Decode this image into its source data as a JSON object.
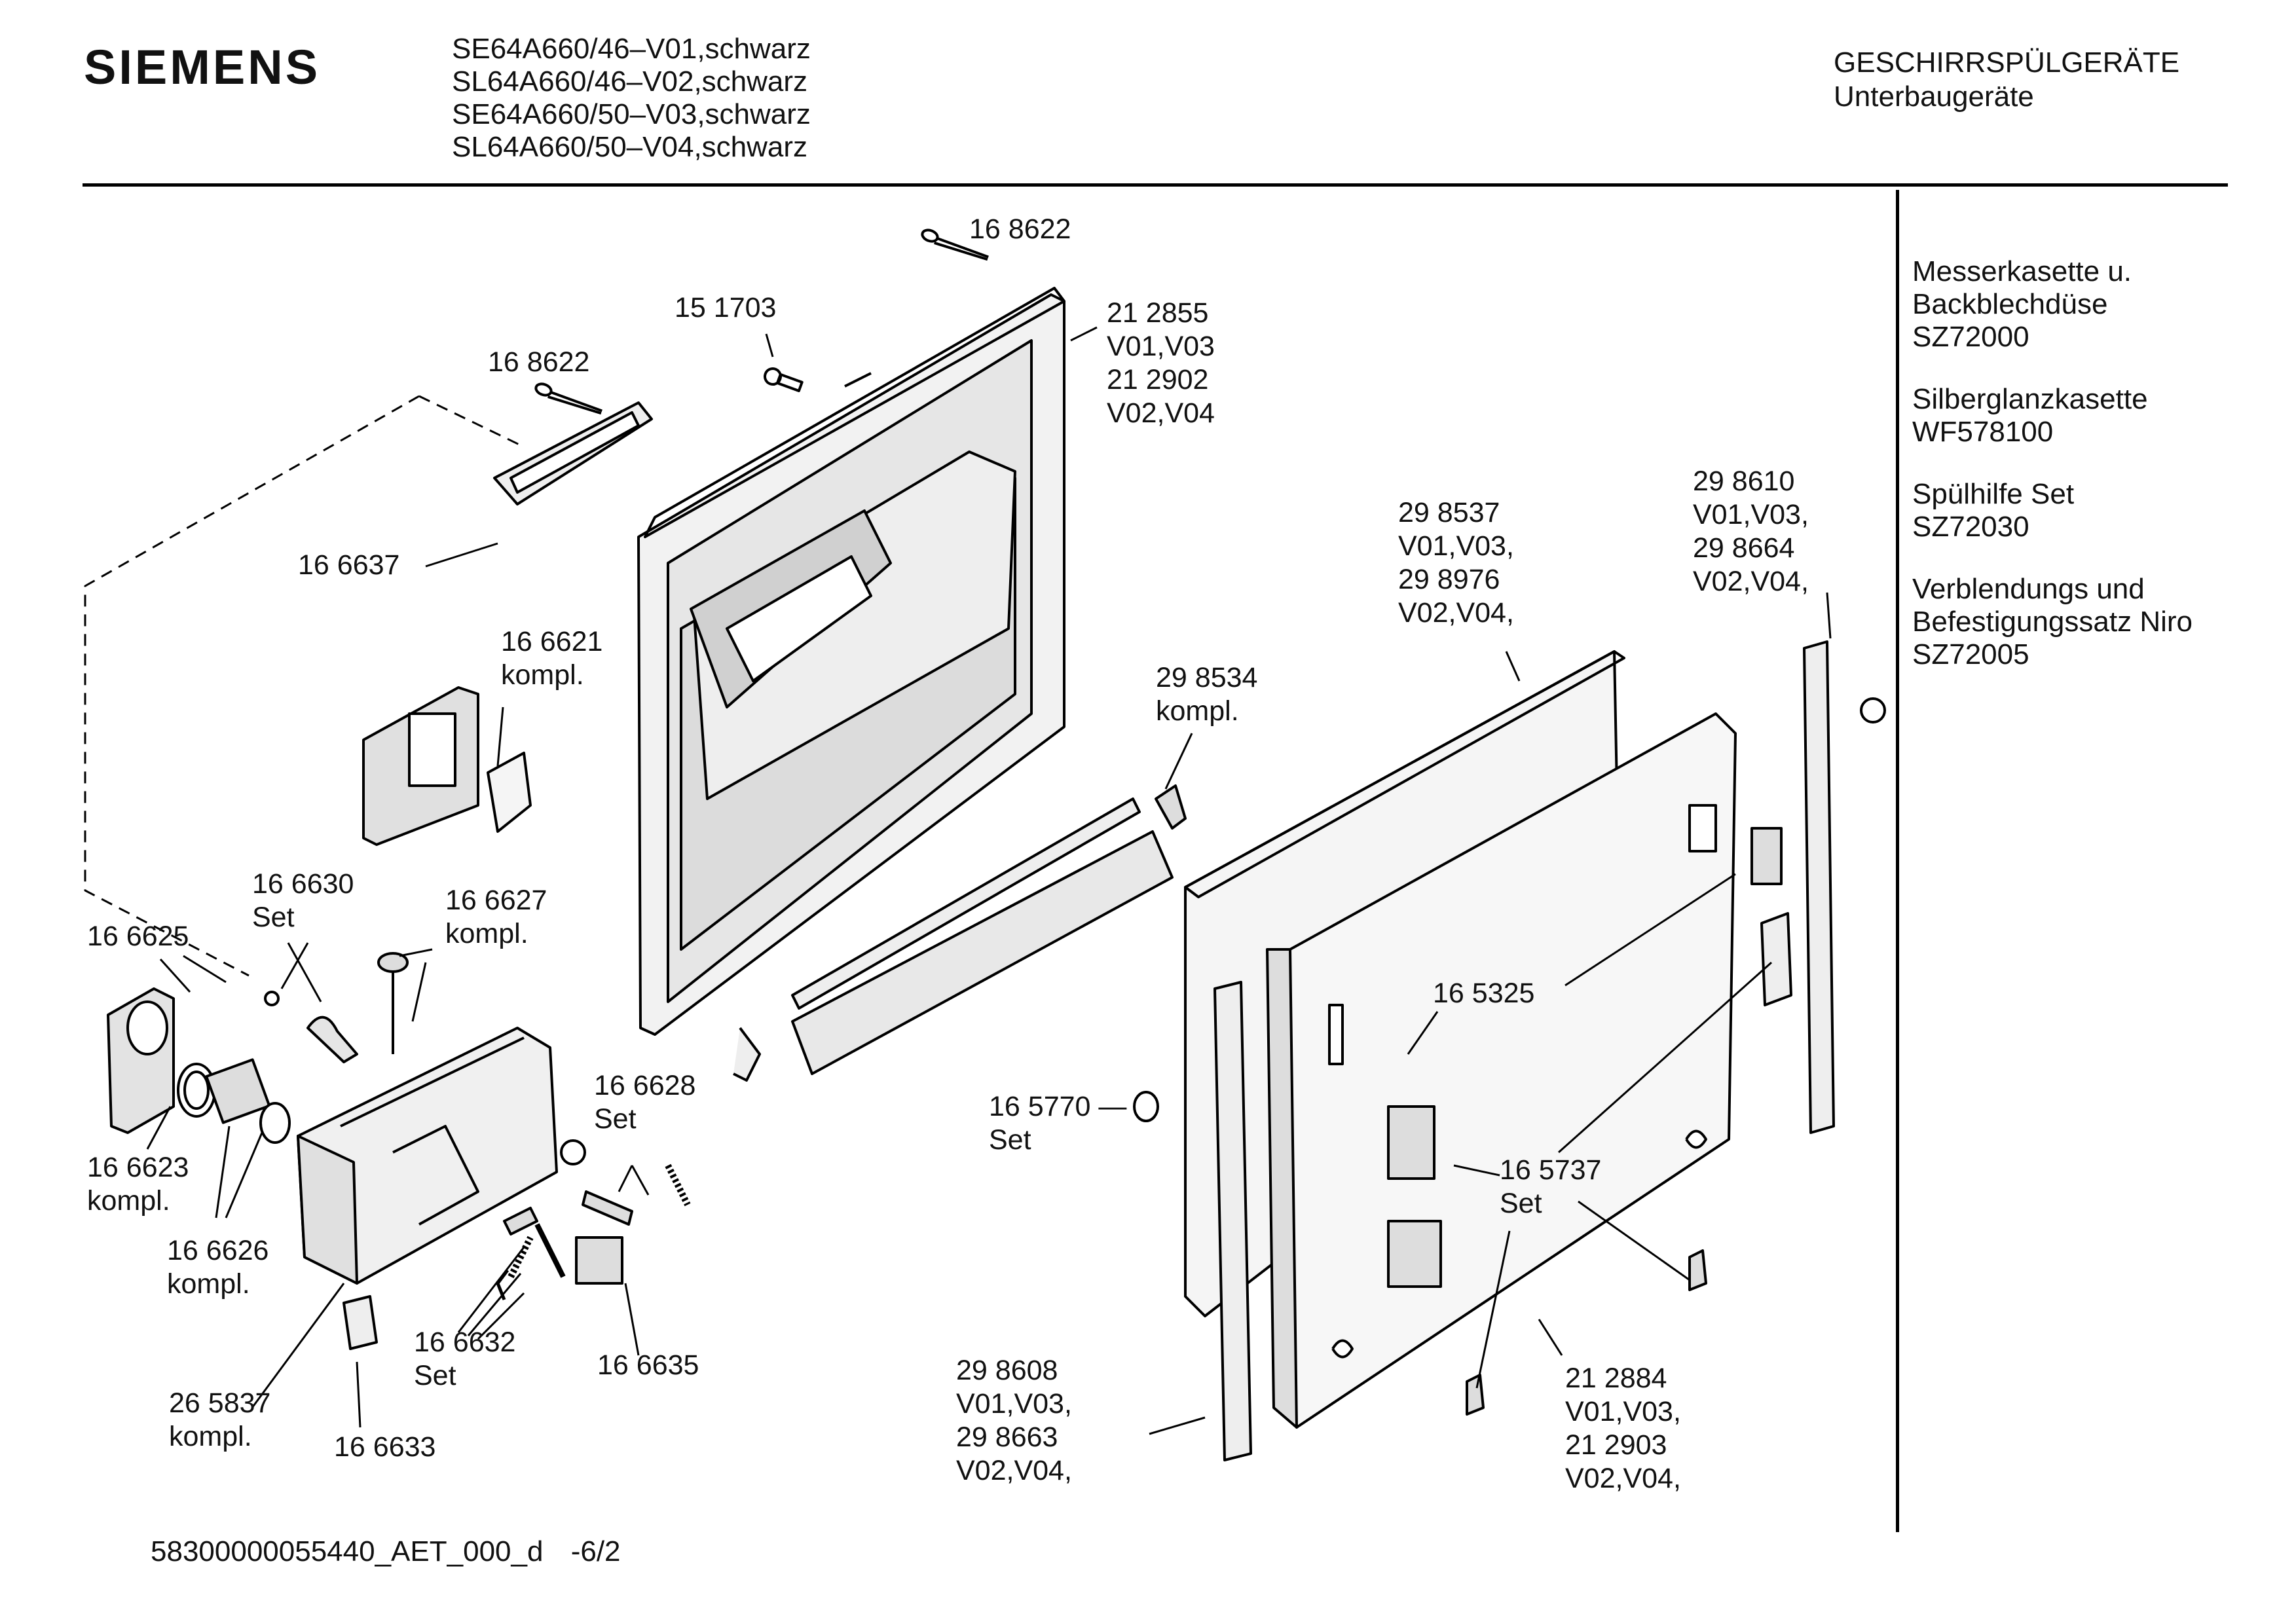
{
  "header": {
    "brand": "SIEMENS",
    "models": [
      "SE64A660/46–V01,schwarz",
      "SL64A660/46–V02,schwarz",
      "SE64A660/50–V03,schwarz",
      "SL64A660/50–V04,schwarz"
    ],
    "category_line1": "GESCHIRRSPÜLGERÄTE",
    "category_line2": "Unterbaugeräte"
  },
  "accessories": [
    {
      "line1": "Messerkasette u.",
      "line2": "Backblechdüse",
      "line3": "SZ72000"
    },
    {
      "line1": "Silberglanzkasette",
      "line2": "WF578100",
      "line3": ""
    },
    {
      "line1": "Spülhilfe Set",
      "line2": "SZ72030",
      "line3": ""
    },
    {
      "line1": "Verblendungs und",
      "line2": "Befestigungssatz Niro",
      "line3": "SZ72005"
    }
  ],
  "parts": {
    "p168622a": {
      "num": "16 8622"
    },
    "p151703": {
      "num": "15 1703"
    },
    "p212855": {
      "l1": "21 2855",
      "l2": "V01,V03",
      "l3": "21 2902",
      "l4": "V02,V04"
    },
    "p168622b": {
      "num": "16 8622"
    },
    "p166637": {
      "num": "16 6637"
    },
    "p166621": {
      "num": "16 6621",
      "sub": "kompl."
    },
    "p298537": {
      "l1": "29 8537",
      "l2": "V01,V03,",
      "l3": "29 8976",
      "l4": "V02,V04,"
    },
    "p298610": {
      "l1": "29 8610",
      "l2": "V01,V03,",
      "l3": "29 8664",
      "l4": "V02,V04,"
    },
    "p298534": {
      "num": "29 8534",
      "sub": "kompl."
    },
    "p166630": {
      "num": "16 6630",
      "sub": "Set"
    },
    "p166627": {
      "num": "16 6627",
      "sub": "kompl."
    },
    "p166625": {
      "num": "16 6625"
    },
    "p165325": {
      "num": "16 5325"
    },
    "p166628": {
      "num": "16 6628",
      "sub": "Set"
    },
    "p165770": {
      "num": "16 5770 —",
      "sub": "Set"
    },
    "p166623": {
      "num": "16 6623",
      "sub": "kompl."
    },
    "p165737": {
      "num": "16 5737",
      "sub": "Set"
    },
    "p166626": {
      "num": "16 6626",
      "sub": "kompl."
    },
    "p166632": {
      "num": "16 6632",
      "sub": "Set"
    },
    "p166635": {
      "num": "16 6635"
    },
    "p298608": {
      "l1": "29 8608",
      "l2": "V01,V03,",
      "l3": "29 8663",
      "l4": "V02,V04,"
    },
    "p212884": {
      "l1": "21 2884",
      "l2": "V01,V03,",
      "l3": "21 2903",
      "l4": "V02,V04,"
    },
    "p265837": {
      "num": "26 5837",
      "sub": "kompl."
    },
    "p166633": {
      "num": "16 6633"
    }
  },
  "footer": {
    "doc_id": "58300000055440_AET_000_d",
    "page": "-6/2"
  }
}
